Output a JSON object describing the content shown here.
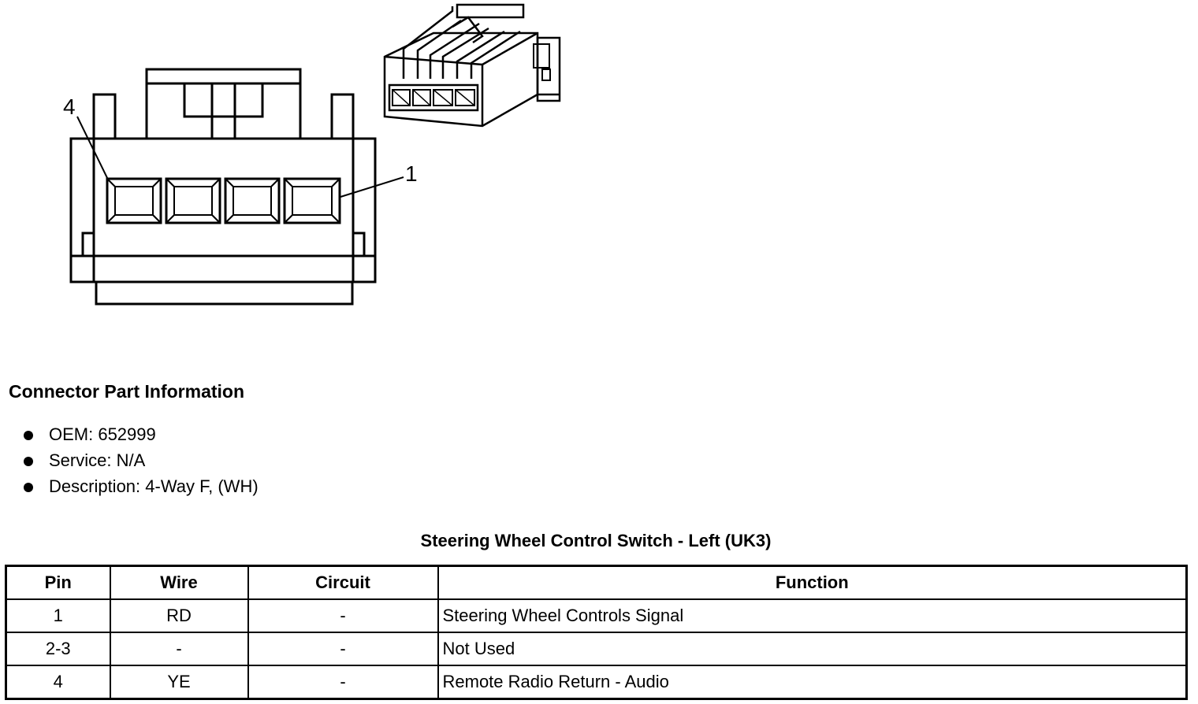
{
  "diagram": {
    "pin_labels": [
      "4",
      "1"
    ]
  },
  "connector_info": {
    "heading": "Connector Part Information",
    "items": [
      "OEM: 652999",
      "Service: N/A",
      "Description: 4-Way F, (WH)"
    ]
  },
  "table": {
    "title": "Steering Wheel Control Switch - Left (UK3)",
    "headers": [
      "Pin",
      "Wire",
      "Circuit",
      "Function"
    ],
    "rows": [
      [
        "1",
        "RD",
        "-",
        "Steering Wheel Controls Signal"
      ],
      [
        "2-3",
        "-",
        "-",
        "Not Used"
      ],
      [
        "4",
        "YE",
        "-",
        "Remote Radio Return - Audio"
      ]
    ]
  }
}
